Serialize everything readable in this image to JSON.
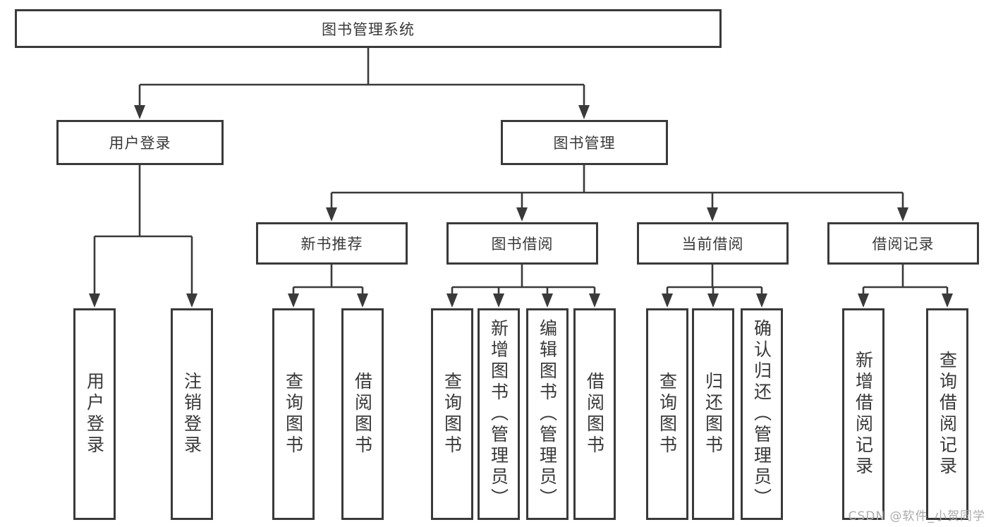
{
  "watermark": "CSDN @软件_小贺同学",
  "tree": {
    "root": {
      "label": "图书管理系统"
    },
    "user_login": {
      "label": "用户登录",
      "children": {
        "login": {
          "label": "用户登录"
        },
        "logout": {
          "label": "注销登录"
        }
      }
    },
    "book_management": {
      "label": "图书管理",
      "children": {
        "new_book_rec": {
          "label": "新书推荐",
          "children": {
            "query_book": {
              "label": "查询图书"
            },
            "borrow_book": {
              "label": "借阅图书"
            }
          }
        },
        "book_borrow": {
          "label": "图书借阅",
          "children": {
            "query_book": {
              "label": "查询图书"
            },
            "add_book": {
              "label": "新增图书（管理员）"
            },
            "edit_book": {
              "label": "编辑图书（管理员）"
            },
            "borrow_book": {
              "label": "借阅图书"
            }
          }
        },
        "current_borrow": {
          "label": "当前借阅",
          "children": {
            "query_book": {
              "label": "查询图书"
            },
            "return_book": {
              "label": "归还图书"
            },
            "confirm_return": {
              "label": "确认归还（管理员）"
            }
          }
        },
        "borrow_record": {
          "label": "借阅记录",
          "children": {
            "add_record": {
              "label": "新增借阅记录"
            },
            "query_record": {
              "label": "查询借阅记录"
            }
          }
        }
      }
    }
  },
  "style": {
    "line_color": "#3a3a3a",
    "text_color": "#383838",
    "watermark_color": "#ababab"
  }
}
